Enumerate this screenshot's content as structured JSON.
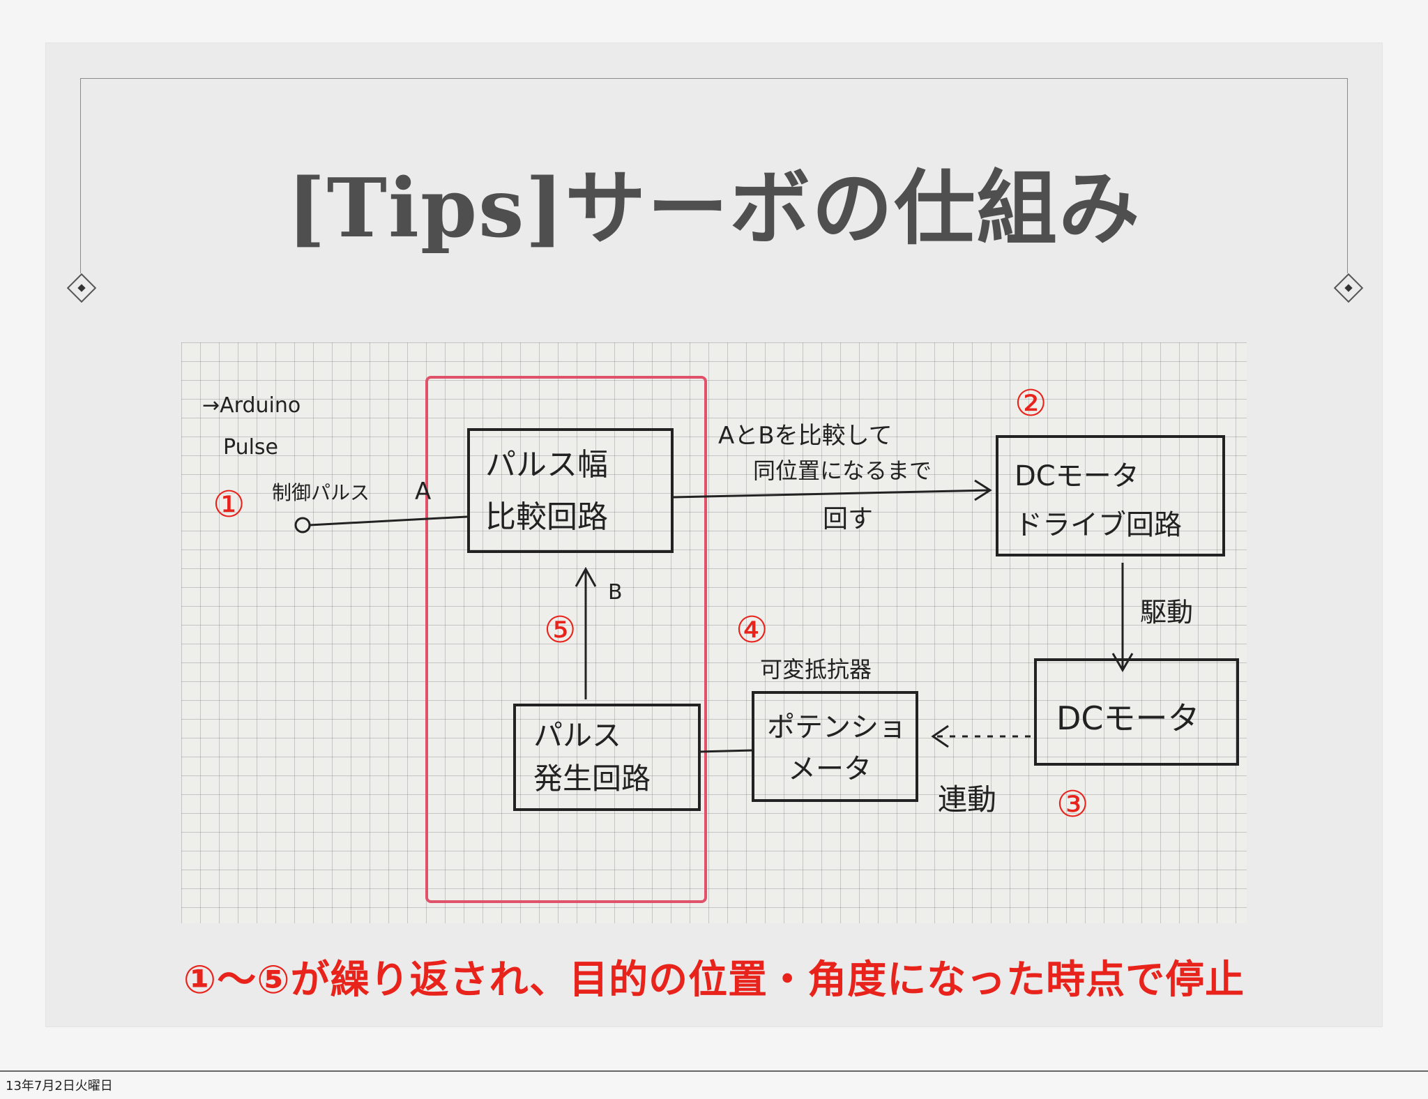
{
  "slide": {
    "title": "[Tips]サーボの仕組み",
    "caption": "①〜⑤が繰り返され、目的の位置・角度になった時点で停止",
    "footer_date": "13年7月2日火曜日"
  },
  "diagram": {
    "input_label_line1": "→Arduino",
    "input_label_line2": "Pulse",
    "input_label_line3": "制御パルス",
    "signal_a": "A",
    "signal_b": "B",
    "comparator_line1": "パルス幅",
    "comparator_line2": "比較回路",
    "compare_note_line1": "AとBを比較して",
    "compare_note_line2": "同位置になるまで",
    "compare_note_line3": "回す",
    "drive_line1": "DCモータ",
    "drive_line2": "ドライブ回路",
    "drive_arrow_label": "駆動",
    "motor_label": "DCモータ",
    "link_label": "連動",
    "pot_caption": "可変抵抗器",
    "pot_line1": "ポテンショ",
    "pot_line2": "メータ",
    "generator_line1": "パルス",
    "generator_line2": "発生回路",
    "step1": "①",
    "step2": "②",
    "step3": "③",
    "step4": "④",
    "step5": "⑤"
  },
  "colors": {
    "accent_red": "#e8231c",
    "ink": "#222222",
    "frame_pink": "#e0526a"
  }
}
